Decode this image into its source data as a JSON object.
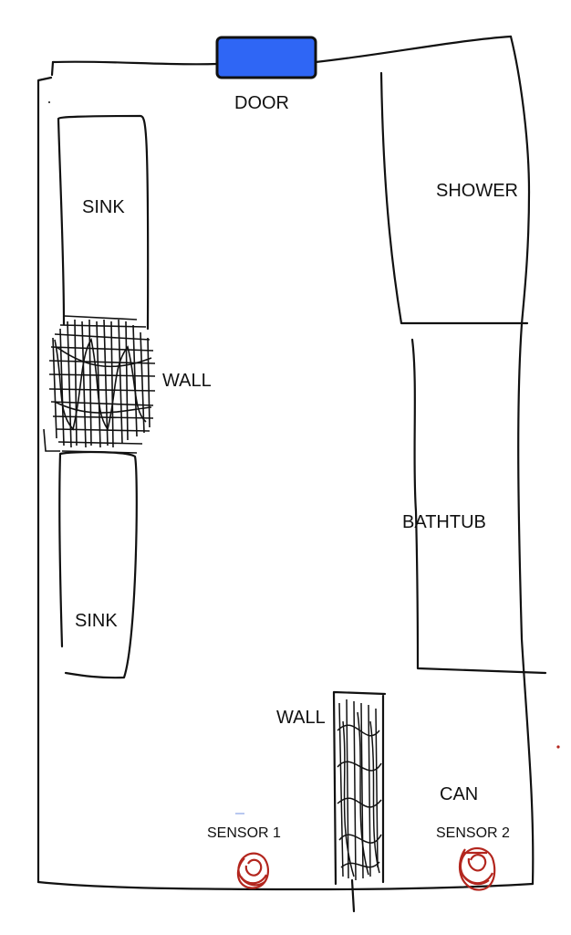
{
  "labels": {
    "door": "DOOR",
    "shower": "SHOWER",
    "sink_top": "SINK",
    "wall_left": "WALL",
    "bathtub": "BATHTUB",
    "sink_bottom": "SINK",
    "wall_bottom": "WALL",
    "can": "CAN",
    "sensor1": "SENSOR 1",
    "sensor2": "SENSOR 2"
  },
  "colors": {
    "ink": "#111111",
    "door_fill": "#2f66f5",
    "door_stroke": "#111111",
    "sensor": "#b3261e"
  }
}
